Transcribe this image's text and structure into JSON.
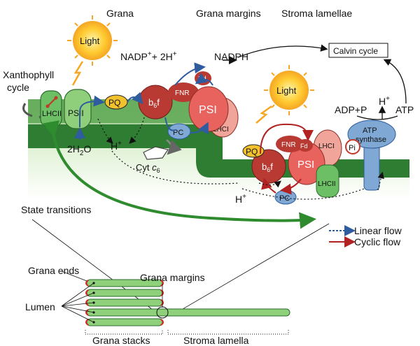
{
  "headers": {
    "grana": "Grana",
    "grana_margins": "Grana margins",
    "stroma_lamellae": "Stroma lamellae"
  },
  "light": "Light",
  "xanthophyll": {
    "line1": "Xanthophyll",
    "line2": "cycle"
  },
  "complexes": {
    "lhcii": "LHCII",
    "psii": "PSII",
    "pq": "PQ",
    "b6f_b": "b",
    "b6f_sub": "6",
    "b6f_f": "f",
    "fnr": "FNR",
    "fd": "Fd",
    "psi": "PSI",
    "lhci": "LHCI",
    "pc": "PC",
    "pi": "Pi",
    "atp_synthase_1": "ATP",
    "atp_synthase_2": "synthase"
  },
  "reaction": {
    "nadp": "NADP",
    "nadp_sup": "+",
    "plus_2h": "+ 2H",
    "plus_sup": "+",
    "nadph": "NADPH"
  },
  "calvin": "Calvin cycle",
  "atp": {
    "adp_p": "ADP+P",
    "h": "H",
    "h_sup": "+",
    "atp": "ATP"
  },
  "water": {
    "pre": "2H",
    "sub": "2",
    "post": "O"
  },
  "proton": {
    "h": "H",
    "sup": "+"
  },
  "cytc6": {
    "pre": "Cyt ",
    "c": "c",
    "sub": "6"
  },
  "state_transitions": "State transitions",
  "legend": {
    "linear": "Linear flow",
    "cyclic": "Cyclic flow"
  },
  "inset": {
    "grana_ends": "Grana ends",
    "grana_margins": "Grana margins",
    "lumen": "Lumen",
    "grana_stacks": "Grana stacks",
    "stroma_lamella": "Stroma lamella"
  },
  "colors": {
    "membrane": "#2e7d32",
    "lumen_green": "#a8d88a",
    "psi_red": "#e8625e",
    "b6f_red": "#b83a32",
    "psii_green": "#8fcf7c",
    "lhcii_green": "#6cbf64",
    "blue_flow": "#2e5c9e",
    "red_flow": "#b22222",
    "pc_blue": "#7fa8d4",
    "pq_yellow": "#f2c12e",
    "light_orange": "#f4a623"
  }
}
